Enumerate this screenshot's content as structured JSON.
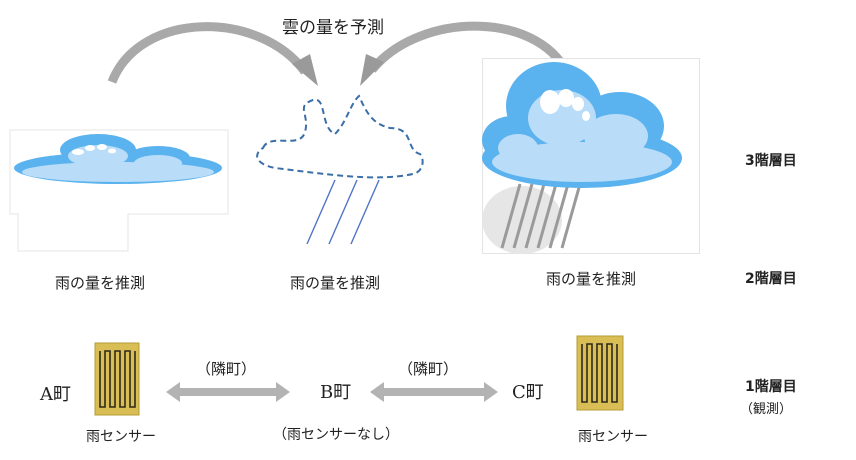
{
  "top_label": "雲の量を予測",
  "level3": {
    "label": "3階層目"
  },
  "level2": {
    "label": "2階層目",
    "estimates": [
      "雨の量を推測",
      "雨の量を推測",
      "雨の量を推測"
    ]
  },
  "level1": {
    "label": "1階層目",
    "sublabel": "（観測）",
    "neighbor_left": "（隣町）",
    "neighbor_right": "（隣町）",
    "towns": [
      {
        "name": "A町",
        "sensor": "雨センサー"
      },
      {
        "name": "B町",
        "sensor": "（雨センサーなし）"
      },
      {
        "name": "C町",
        "sensor": "雨センサー"
      }
    ]
  },
  "colors": {
    "cloud_dark": "#5ab2ee",
    "cloud_light": "#b9dcf8",
    "cloud_outline": "#3a6fa8",
    "arrow_gray": "#a9a9a9",
    "sensor_gold": "#d9bd55",
    "rain_line": "#4f74c8"
  }
}
